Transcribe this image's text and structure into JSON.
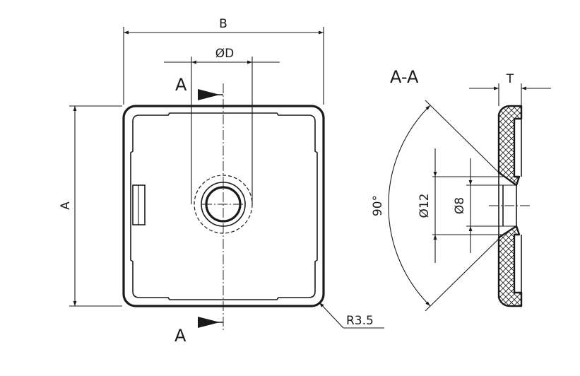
{
  "labels": {
    "width": "B",
    "height": "A",
    "hole_diameter": "ØD",
    "section_marker": "A",
    "section_title": "A-A",
    "thickness": "T",
    "angle": "90°",
    "outer_diameter": "Ø12",
    "inner_diameter": "Ø8",
    "radius": "R3.5"
  },
  "colors": {
    "line": "#1a1a1a",
    "background": "#ffffff"
  }
}
